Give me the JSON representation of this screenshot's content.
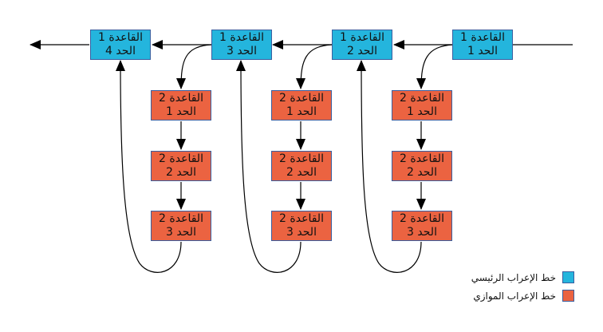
{
  "main_line": [
    {
      "line1": "القاعدة 1",
      "line2": "الحد 4"
    },
    {
      "line1": "القاعدة 1",
      "line2": "الحد 3"
    },
    {
      "line1": "القاعدة 1",
      "line2": "الحد 2"
    },
    {
      "line1": "القاعدة 1",
      "line2": "الحد 1"
    }
  ],
  "parallel_columns": [
    [
      {
        "line1": "القاعدة 2",
        "line2": "الحد 1"
      },
      {
        "line1": "القاعدة 2",
        "line2": "الحد 2"
      },
      {
        "line1": "القاعدة 2",
        "line2": "الحد 3"
      }
    ],
    [
      {
        "line1": "القاعدة 2",
        "line2": "الحد 1"
      },
      {
        "line1": "القاعدة 2",
        "line2": "الحد 2"
      },
      {
        "line1": "القاعدة 2",
        "line2": "الحد 3"
      }
    ],
    [
      {
        "line1": "القاعدة 2",
        "line2": "الحد 1"
      },
      {
        "line1": "القاعدة 2",
        "line2": "الحد 2"
      },
      {
        "line1": "القاعدة 2",
        "line2": "الحد 3"
      }
    ]
  ],
  "legend": [
    {
      "label": "خط الإعراب الرئيسي",
      "color": "#24b5dd"
    },
    {
      "label": "خط الإعراب الموازي",
      "color": "#eb6341"
    }
  ],
  "colors": {
    "main": "#24b5dd",
    "parallel": "#eb6341",
    "border": "#3a5fa0"
  }
}
